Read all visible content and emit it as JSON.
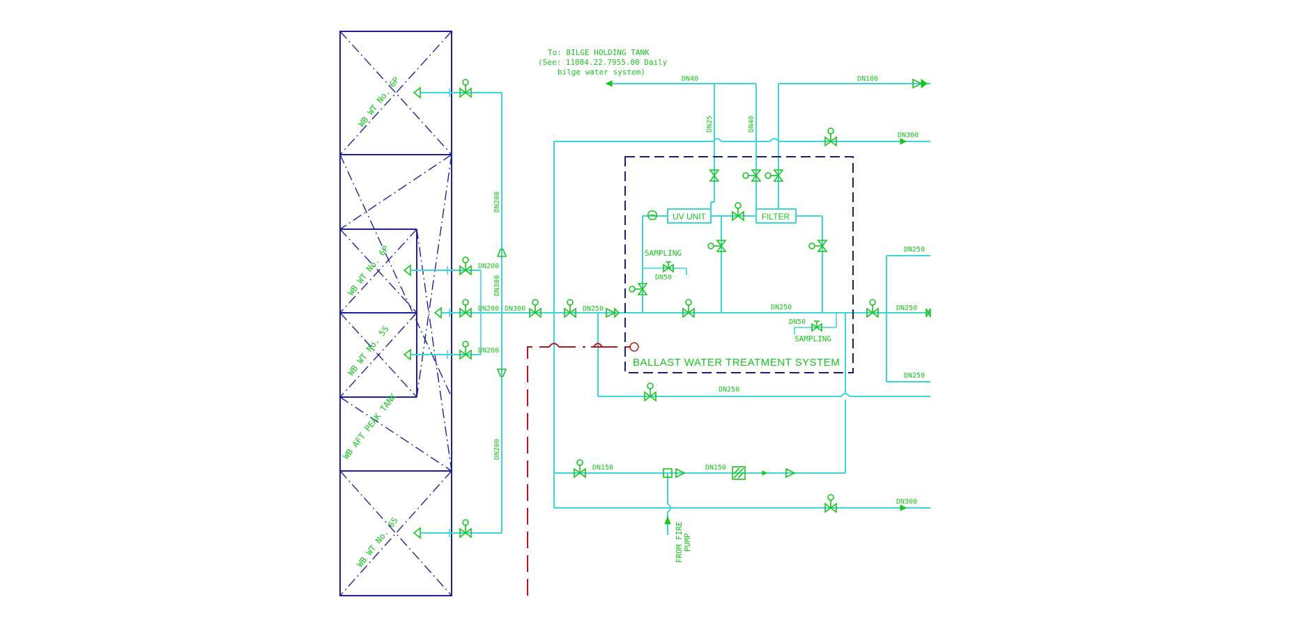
{
  "note": {
    "line1": "To: BILGE HOLDING TANK",
    "line2": "(See: 11084.22.7955.00 Daily",
    "line3": "bilge water system)"
  },
  "tanks": {
    "t1": "WB WT No. 6P",
    "t2": "WB WT No. 6P",
    "t3": "WB WT No. 5S",
    "t4": "WB AFT PEAK TANK",
    "t5": "WB WT No. 6S"
  },
  "units": {
    "uv": "UV UNIT",
    "filter": "FILTER"
  },
  "system": {
    "title": "BALLAST WATER TREATMENT SYSTEM",
    "sampling_top": "SAMPLING",
    "sampling_bottom": "SAMPLING"
  },
  "fire_pump": {
    "line1": "FROM FIRE",
    "line2": "PUMP"
  },
  "pipe_sizes": {
    "top_dn40_h": "DN40",
    "top_dn100": "DN100",
    "dn25_v": "DN25",
    "dn40_v": "DN40",
    "dn300_r1": "DN300",
    "dn200_v1": "DN200",
    "dn200_a": "DN200",
    "dn300_v": "DN300",
    "dn200_b": "DN200",
    "dn300_main": "DN300",
    "dn250_main": "DN250",
    "dn50_top": "DN50",
    "dn250_bwts": "DN250",
    "dn50_bot": "DN50",
    "dn250_r_top": "DN250",
    "dn250_r_mid": "DN250",
    "dn250_r_bot": "DN250",
    "dn200_c": "DN200",
    "dn250_lower": "DN250",
    "dn200_v2": "DN200",
    "dn150_a": "DN150",
    "dn150_b": "DN150",
    "dn300_r2": "DN300"
  }
}
